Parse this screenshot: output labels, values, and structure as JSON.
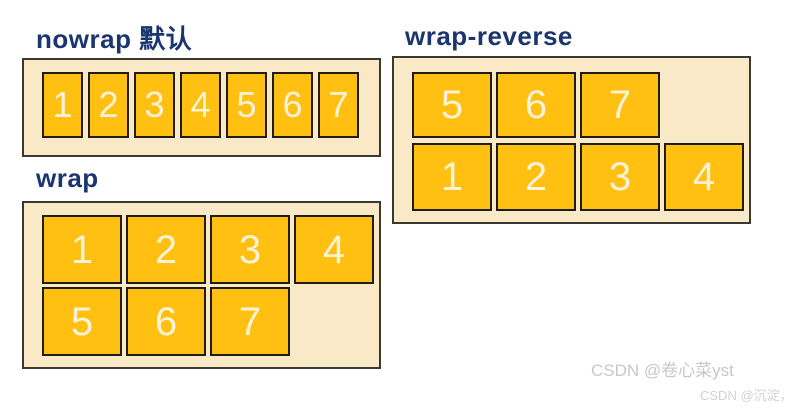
{
  "diagram": {
    "topic": "flex-wrap",
    "colors": {
      "title_text": "#1b366f",
      "panel_background": "#f9e9c6",
      "panel_border": "#3a382f",
      "box_background": "#ffc011",
      "box_border": "#1f1d16",
      "box_text": "#fbf2d8",
      "watermark_text": "#c8c8c8",
      "page_background": "#ffffff"
    },
    "sections": [
      {
        "id": "nowrap",
        "title": "nowrap 默认",
        "rows": [
          [
            "1",
            "2",
            "3",
            "4",
            "5",
            "6",
            "7"
          ]
        ]
      },
      {
        "id": "wrap",
        "title": "wrap",
        "rows": [
          [
            "1",
            "2",
            "3",
            "4"
          ],
          [
            "5",
            "6",
            "7"
          ]
        ]
      },
      {
        "id": "wrap-reverse",
        "title": "wrap-reverse",
        "rows": [
          [
            "5",
            "6",
            "7"
          ],
          [
            "1",
            "2",
            "3",
            "4"
          ]
        ]
      }
    ],
    "watermarks": [
      {
        "text": "CSDN @卷心菜yst"
      },
      {
        "text": "CSDN @沉淀，"
      }
    ]
  }
}
